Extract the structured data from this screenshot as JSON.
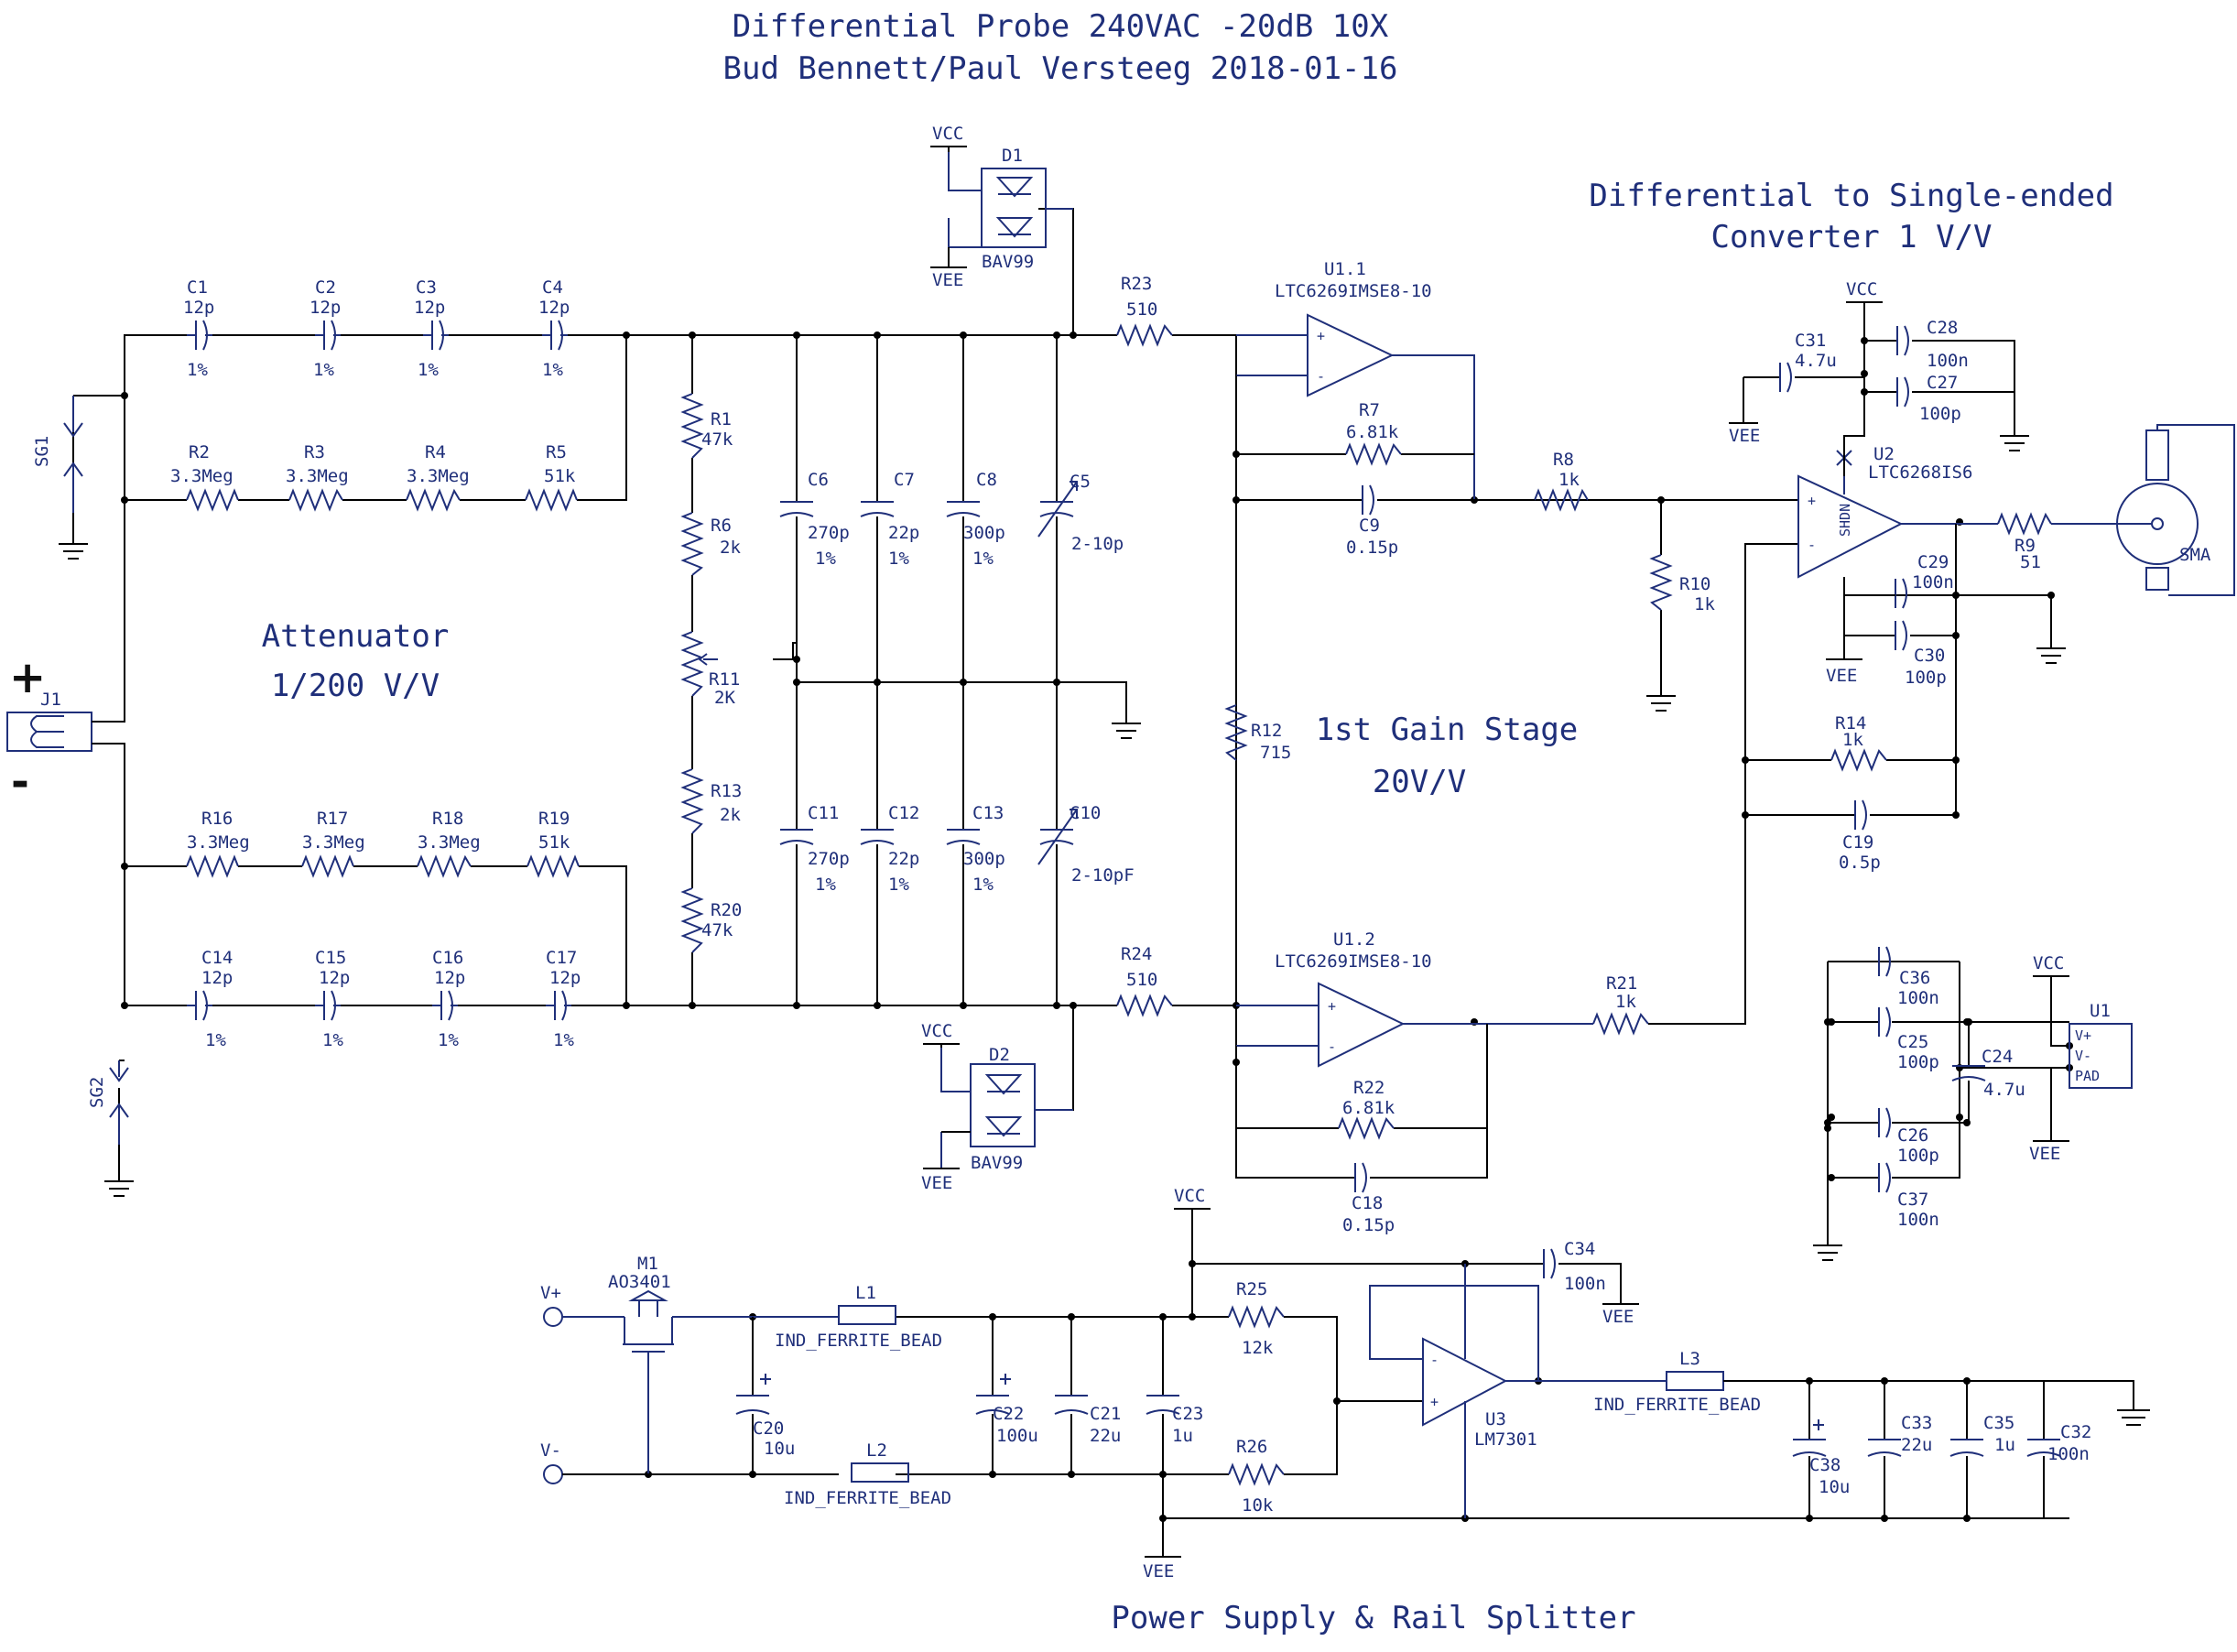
{
  "title": {
    "line1": "Differential Probe 240VAC -20dB 10X",
    "line2": "Bud Bennett/Paul Versteeg  2018-01-16"
  },
  "sections": {
    "attenuator": "Attenuator",
    "attenuator_ratio": "1/200 V/V",
    "gain_stage": "1st Gain Stage",
    "gain_value": "20V/V",
    "converter": "Differential to Single-ended",
    "converter_value": "Converter 1 V/V",
    "power": "Power Supply & Rail Splitter"
  },
  "input": {
    "plus": "+",
    "minus": "-",
    "connector": "J1"
  },
  "components": {
    "C1": {
      "ref": "C1",
      "value": "12p",
      "tol": "1%"
    },
    "C2": {
      "ref": "C2",
      "value": "12p",
      "tol": "1%"
    },
    "C3": {
      "ref": "C3",
      "value": "12p",
      "tol": "1%"
    },
    "C4": {
      "ref": "C4",
      "value": "12p",
      "tol": "1%"
    },
    "R2": {
      "ref": "R2",
      "value": "3.3Meg"
    },
    "R3": {
      "ref": "R3",
      "value": "3.3Meg"
    },
    "R4": {
      "ref": "R4",
      "value": "3.3Meg"
    },
    "R5": {
      "ref": "R5",
      "value": "51k"
    },
    "R16": {
      "ref": "R16",
      "value": "3.3Meg"
    },
    "R17": {
      "ref": "R17",
      "value": "3.3Meg"
    },
    "R18": {
      "ref": "R18",
      "value": "3.3Meg"
    },
    "R19": {
      "ref": "R19",
      "value": "51k"
    },
    "C14": {
      "ref": "C14",
      "value": "12p",
      "tol": "1%"
    },
    "C15": {
      "ref": "C15",
      "value": "12p",
      "tol": "1%"
    },
    "C16": {
      "ref": "C16",
      "value": "12p",
      "tol": "1%"
    },
    "C17": {
      "ref": "C17",
      "value": "12p",
      "tol": "1%"
    },
    "SG1": {
      "ref": "SG1"
    },
    "SG2": {
      "ref": "SG2"
    },
    "R1": {
      "ref": "R1",
      "value": "47k"
    },
    "R6": {
      "ref": "R6",
      "value": "2k"
    },
    "R11": {
      "ref": "R11",
      "value": "2K"
    },
    "R13": {
      "ref": "R13",
      "value": "2k"
    },
    "R20": {
      "ref": "R20",
      "value": "47k"
    },
    "C6": {
      "ref": "C6",
      "value": "270p",
      "tol": "1%"
    },
    "C7": {
      "ref": "C7",
      "value": "22p",
      "tol": "1%"
    },
    "C8": {
      "ref": "C8",
      "value": "300p",
      "tol": "1%"
    },
    "C5": {
      "ref": "C5",
      "value": "2-10p"
    },
    "C11": {
      "ref": "C11",
      "value": "270p",
      "tol": "1%"
    },
    "C12": {
      "ref": "C12",
      "value": "22p",
      "tol": "1%"
    },
    "C13": {
      "ref": "C13",
      "value": "300p",
      "tol": "1%"
    },
    "C10": {
      "ref": "C10",
      "value": "2-10pF"
    },
    "D1": {
      "ref": "D1",
      "value": "BAV99"
    },
    "D2": {
      "ref": "D2",
      "value": "BAV99"
    },
    "R23": {
      "ref": "R23",
      "value": "510"
    },
    "R24": {
      "ref": "R24",
      "value": "510"
    },
    "U1_1": {
      "ref": "U1.1",
      "value": "LTC6269IMSE8-10"
    },
    "U1_2": {
      "ref": "U1.2",
      "value": "LTC6269IMSE8-10"
    },
    "R7": {
      "ref": "R7",
      "value": "6.81k"
    },
    "C9": {
      "ref": "C9",
      "value": "0.15p"
    },
    "R22": {
      "ref": "R22",
      "value": "6.81k"
    },
    "C18": {
      "ref": "C18",
      "value": "0.15p"
    },
    "R12": {
      "ref": "R12",
      "value": "715"
    },
    "R8": {
      "ref": "R8",
      "value": "1k"
    },
    "R10": {
      "ref": "R10",
      "value": "1k"
    },
    "R21": {
      "ref": "R21",
      "value": "1k"
    },
    "U2": {
      "ref": "U2",
      "value": "LTC6268IS6",
      "pin": "SHDN"
    },
    "R9": {
      "ref": "R9",
      "value": "51"
    },
    "SMA": {
      "ref": "SMA"
    },
    "C31": {
      "ref": "C31",
      "value": "4.7u"
    },
    "C28": {
      "ref": "C28",
      "value": "100n"
    },
    "C27": {
      "ref": "C27",
      "value": "100p"
    },
    "C29": {
      "ref": "C29",
      "value": "100n"
    },
    "C30": {
      "ref": "C30",
      "value": "100p"
    },
    "R14": {
      "ref": "R14",
      "value": "1k"
    },
    "C19": {
      "ref": "C19",
      "value": "0.5p"
    },
    "C36": {
      "ref": "C36",
      "value": "100n"
    },
    "C25": {
      "ref": "C25",
      "value": "100p"
    },
    "C24": {
      "ref": "C24",
      "value": "4.7u"
    },
    "C26": {
      "ref": "C26",
      "value": "100p"
    },
    "C37": {
      "ref": "C37",
      "value": "100n"
    },
    "U1": {
      "ref": "U1",
      "pins": [
        "V+",
        "V-",
        "PAD"
      ]
    },
    "M1": {
      "ref": "M1",
      "value": "AO3401"
    },
    "L1": {
      "ref": "L1",
      "value": "IND_FERRITE_BEAD"
    },
    "L2": {
      "ref": "L2",
      "value": "IND_FERRITE_BEAD"
    },
    "L3": {
      "ref": "L3",
      "value": "IND_FERRITE_BEAD"
    },
    "C20": {
      "ref": "C20",
      "value": "10u"
    },
    "C22": {
      "ref": "C22",
      "value": "100u"
    },
    "C21": {
      "ref": "C21",
      "value": "22u"
    },
    "C23": {
      "ref": "C23",
      "value": "1u"
    },
    "R25": {
      "ref": "R25",
      "value": "12k"
    },
    "R26": {
      "ref": "R26",
      "value": "10k"
    },
    "C34": {
      "ref": "C34",
      "value": "100n"
    },
    "U3": {
      "ref": "U3",
      "value": "LM7301"
    },
    "C38": {
      "ref": "C38",
      "value": "10u"
    },
    "C33": {
      "ref": "C33",
      "value": "22u"
    },
    "C35": {
      "ref": "C35",
      "value": "1u"
    },
    "C32": {
      "ref": "C32",
      "value": "100n"
    }
  },
  "nets": {
    "vcc": "VCC",
    "vee": "VEE",
    "vplus": "V+",
    "vminus": "V-"
  }
}
